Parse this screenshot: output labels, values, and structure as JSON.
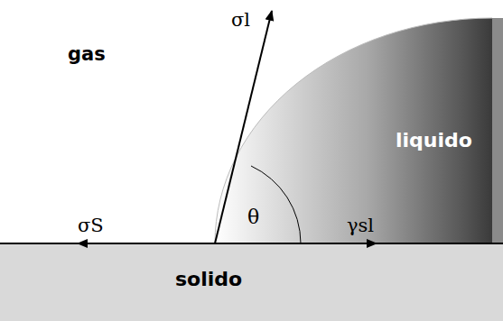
{
  "diagram": {
    "nodes": [
      {
        "text": [
          "liquido"
        ]
      },
      {
        "text": [
          "solido"
        ]
      }
    ],
    "labels": [
      "gas",
      "σl",
      "σS",
      "θ",
      "γsl"
    ]
  }
}
